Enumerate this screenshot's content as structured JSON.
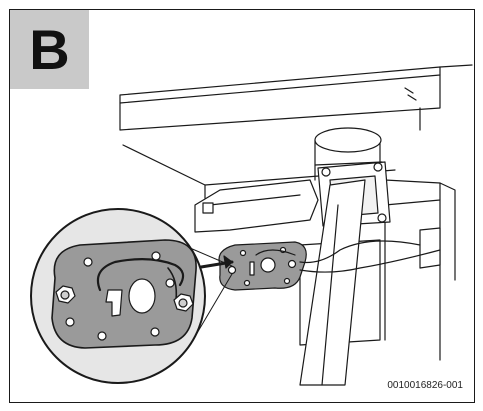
{
  "step": {
    "label": "B"
  },
  "figure": {
    "code": "0010016826-001"
  },
  "colors": {
    "badge": "#c9c9c9",
    "lens_fill": "#e6e6e6",
    "plate_fill": "#9a9a9a",
    "line": "#1a1a1a"
  },
  "icons": [
    "arrow-pointer",
    "magnifier-detail",
    "burner-plate",
    "screw",
    "electrode"
  ]
}
